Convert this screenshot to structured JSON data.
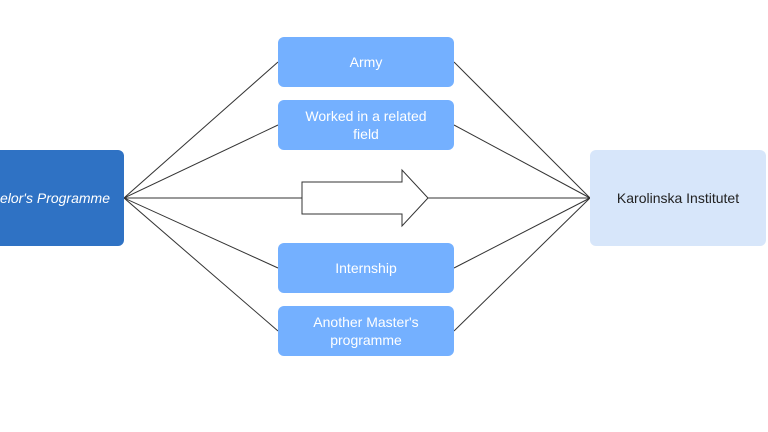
{
  "diagram": {
    "source": {
      "label": "Bachelor's Programme"
    },
    "target": {
      "label": "Karolinska Institutet"
    },
    "paths": [
      {
        "label": "Army"
      },
      {
        "label": "Worked in a related field"
      },
      {
        "label": "Internship"
      },
      {
        "label": "Another Master's programme"
      }
    ],
    "direct_arrow": {
      "icon": "right-arrow-icon"
    },
    "colors": {
      "source_fill": "#2f72c4",
      "path_fill": "#74b0ff",
      "target_fill": "#d7e6fa",
      "connector": "#333333"
    }
  }
}
